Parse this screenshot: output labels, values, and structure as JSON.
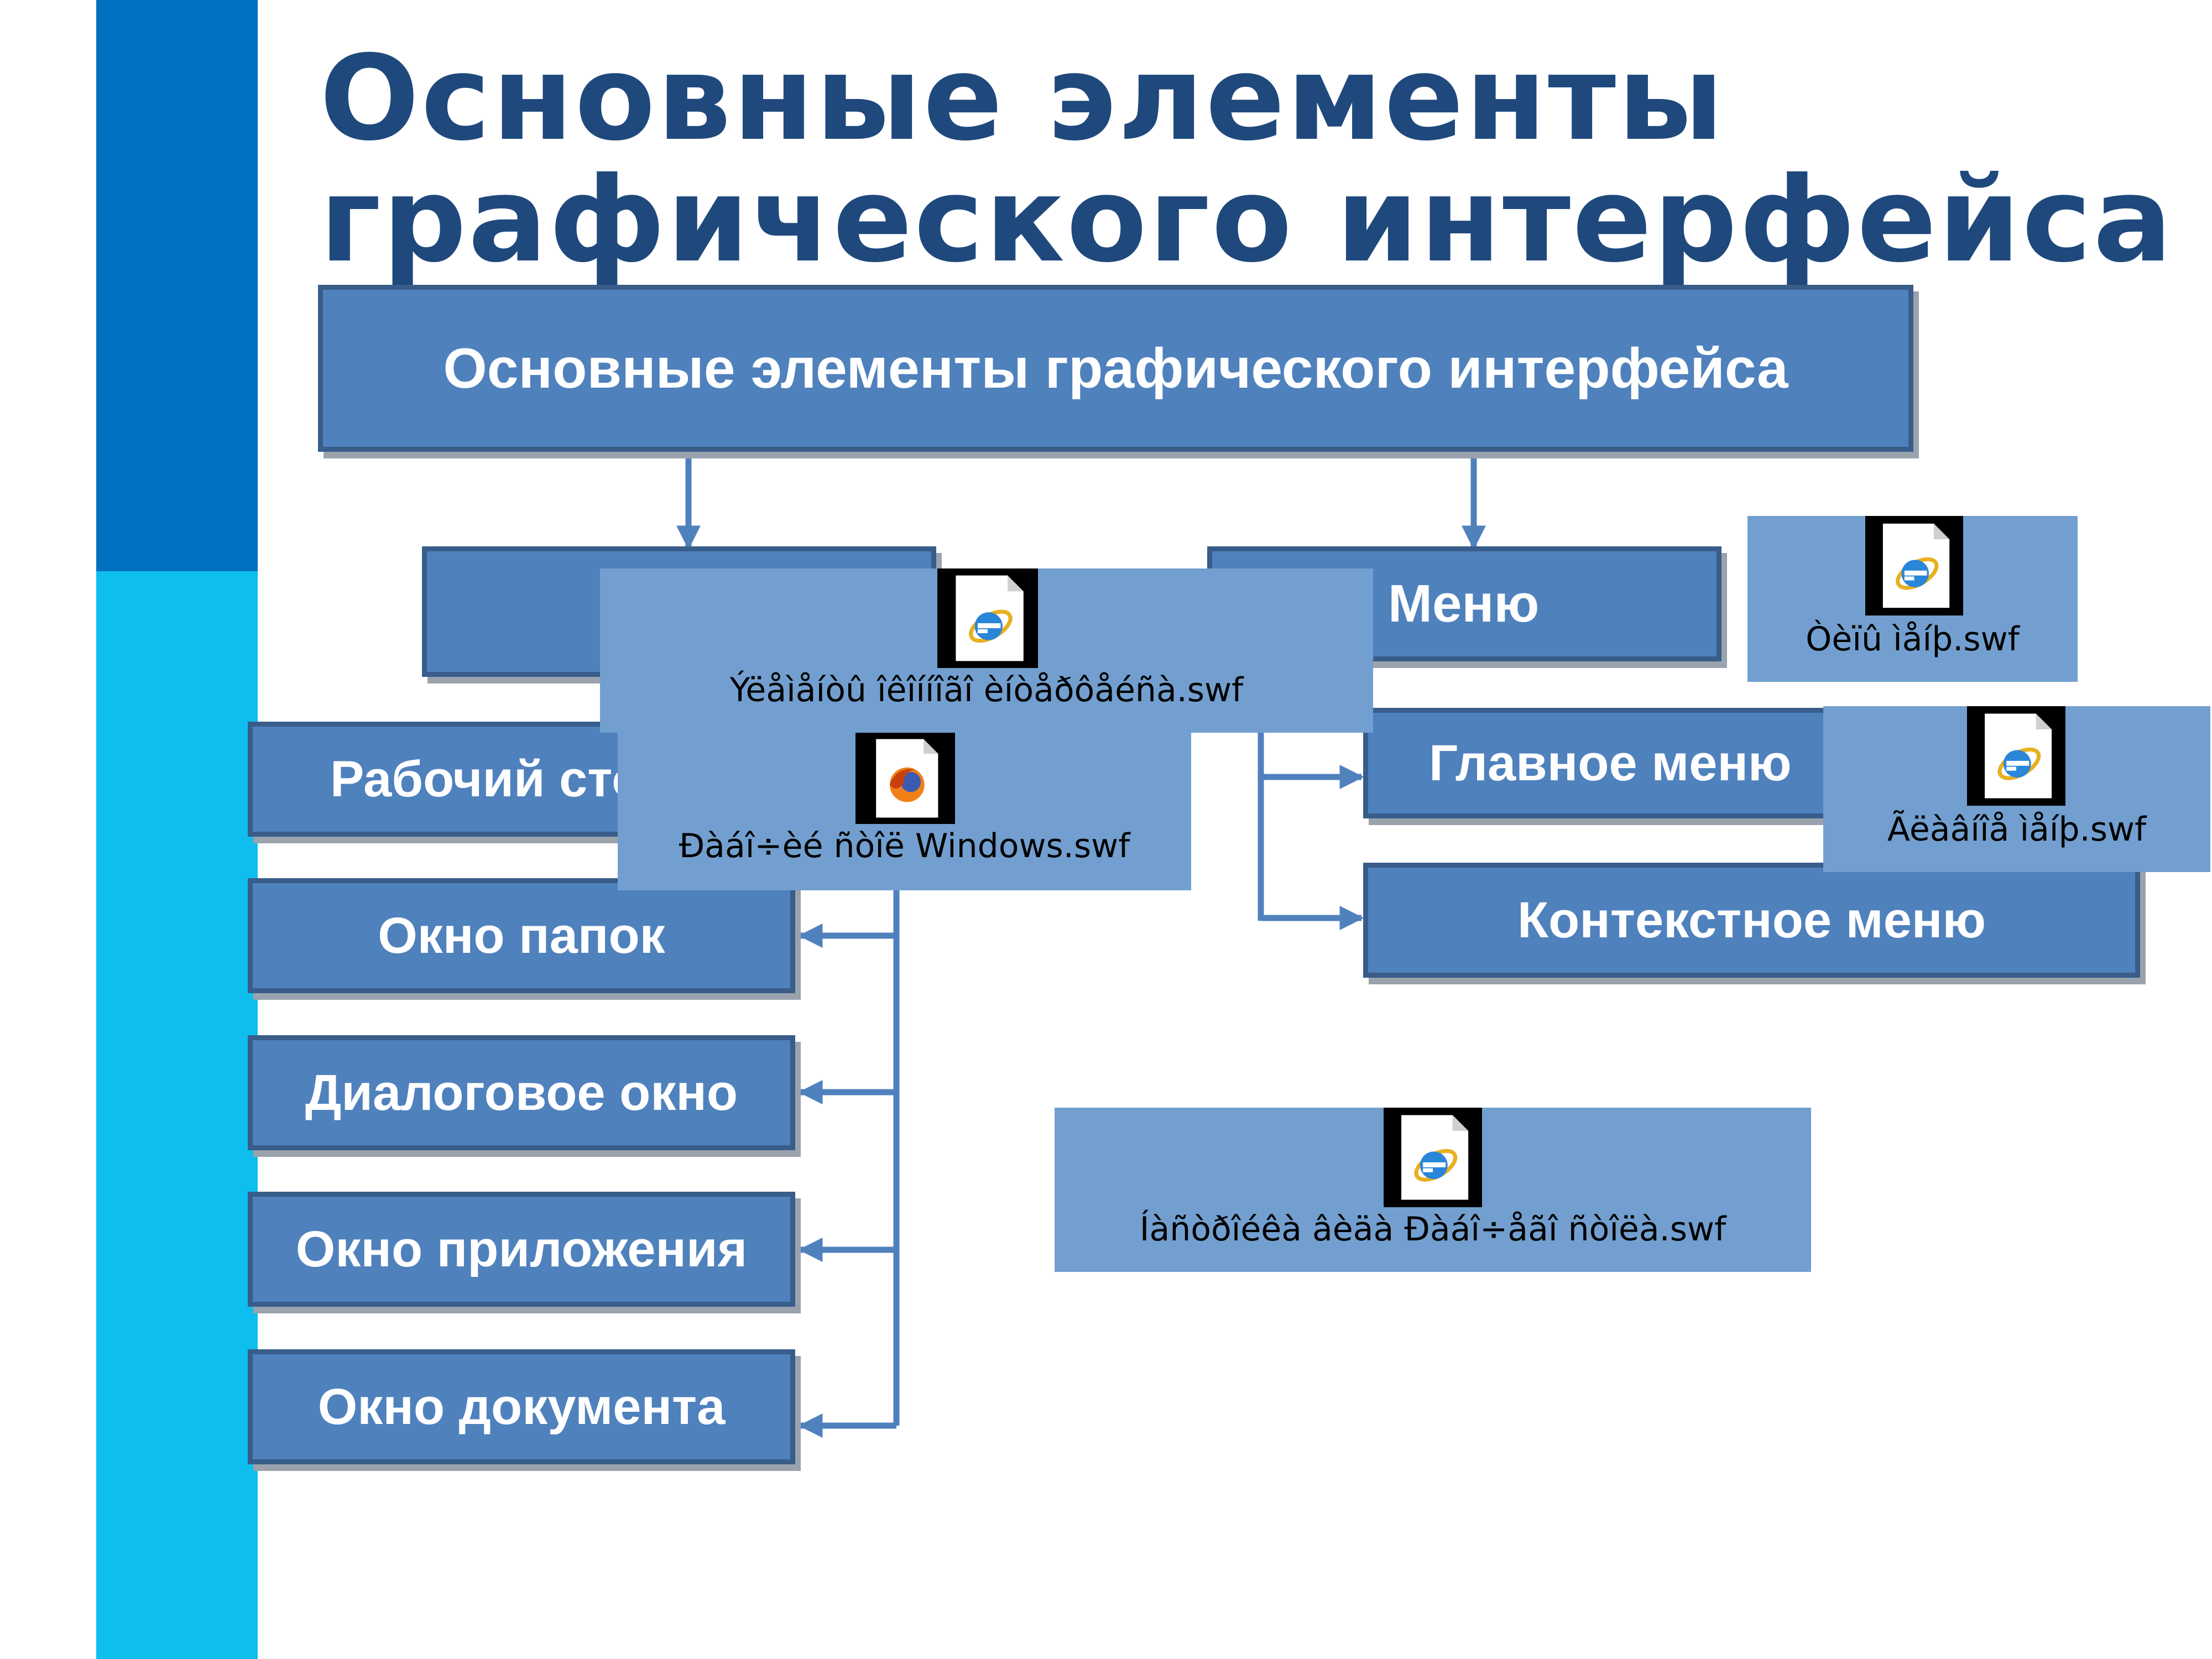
{
  "slide": {
    "title_line1": "Основные элементы",
    "title_line2": "графического интерфейса"
  },
  "diagram": {
    "root": "Основные элементы графического интерфейса",
    "windows_branch": {
      "items": [
        "Рабочий стол",
        "Окно папок",
        "Диалоговое окно",
        "Окно приложения",
        "Окно документа"
      ]
    },
    "menu_branch": {
      "label": "Меню",
      "items": [
        "Главное меню",
        "Контекстное меню"
      ]
    }
  },
  "embedded_objects": [
    {
      "caption": "Ýëåìåíòû îêîííîãî èíòåðôåéñà.swf",
      "icon": "internet-explorer-icon"
    },
    {
      "caption": "Ðàáî÷èé ñòîë Windows.swf",
      "icon": "firefox-icon"
    },
    {
      "caption": "Òèïû ìåíþ.swf",
      "icon": "internet-explorer-icon"
    },
    {
      "caption": "Ãëàâíîå ìåíþ.swf",
      "icon": "internet-explorer-icon"
    },
    {
      "caption": "Íàñòðîéêà âèäà Ðàáî÷åãî ñòîëà.swf",
      "icon": "internet-explorer-icon"
    }
  ],
  "colors": {
    "box_fill": "#4f81bd",
    "box_border": "#385d8a",
    "title": "#1f497d",
    "band_dark": "#0070c0",
    "band_light": "#0ebeef",
    "object_fill": "#729fcf"
  }
}
